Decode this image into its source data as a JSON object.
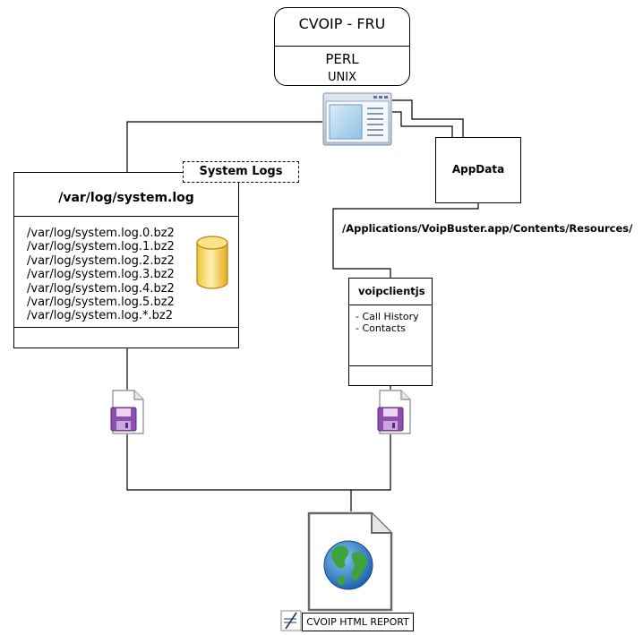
{
  "top_component": {
    "title": "CVOIP - FRU",
    "line1": "PERL",
    "line2": "UNIX"
  },
  "system_logs_tag": "System Logs",
  "syslog_box": {
    "header": "/var/log/system.log",
    "files": [
      "/var/log/system.log.0.bz2",
      "/var/log/system.log.1.bz2",
      "/var/log/system.log.2.bz2",
      "/var/log/system.log.3.bz2",
      "/var/log/system.log.4.bz2",
      "/var/log/system.log.5.bz2",
      "/var/log/system.log.*.bz2"
    ]
  },
  "appdata_label": "AppData",
  "resources_path": "/Applications/VoipBuster.app/Contents/Resources/",
  "voip_box": {
    "header": "voipclientjs",
    "items": [
      "- Call History",
      "- Contacts"
    ]
  },
  "report_label": "CVOIP HTML REPORT",
  "icons": [
    "app-window-icon",
    "database-icon",
    "floppy-file-icon",
    "globe-document-icon",
    "pen-icon"
  ]
}
